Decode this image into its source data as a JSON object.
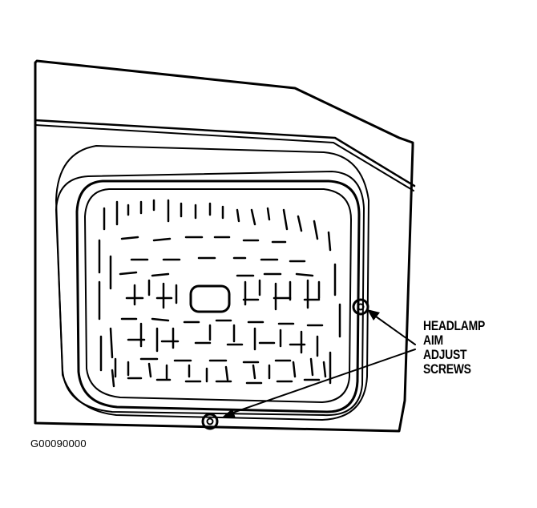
{
  "callout": {
    "lines": [
      "HEADLAMP",
      "AIM",
      "ADJUST",
      "SCREWS"
    ]
  },
  "figure_id": "G00090000",
  "icons": {
    "headlamp": "headlamp-icon",
    "screw": "screw-icon",
    "arrow": "arrow-icon"
  }
}
